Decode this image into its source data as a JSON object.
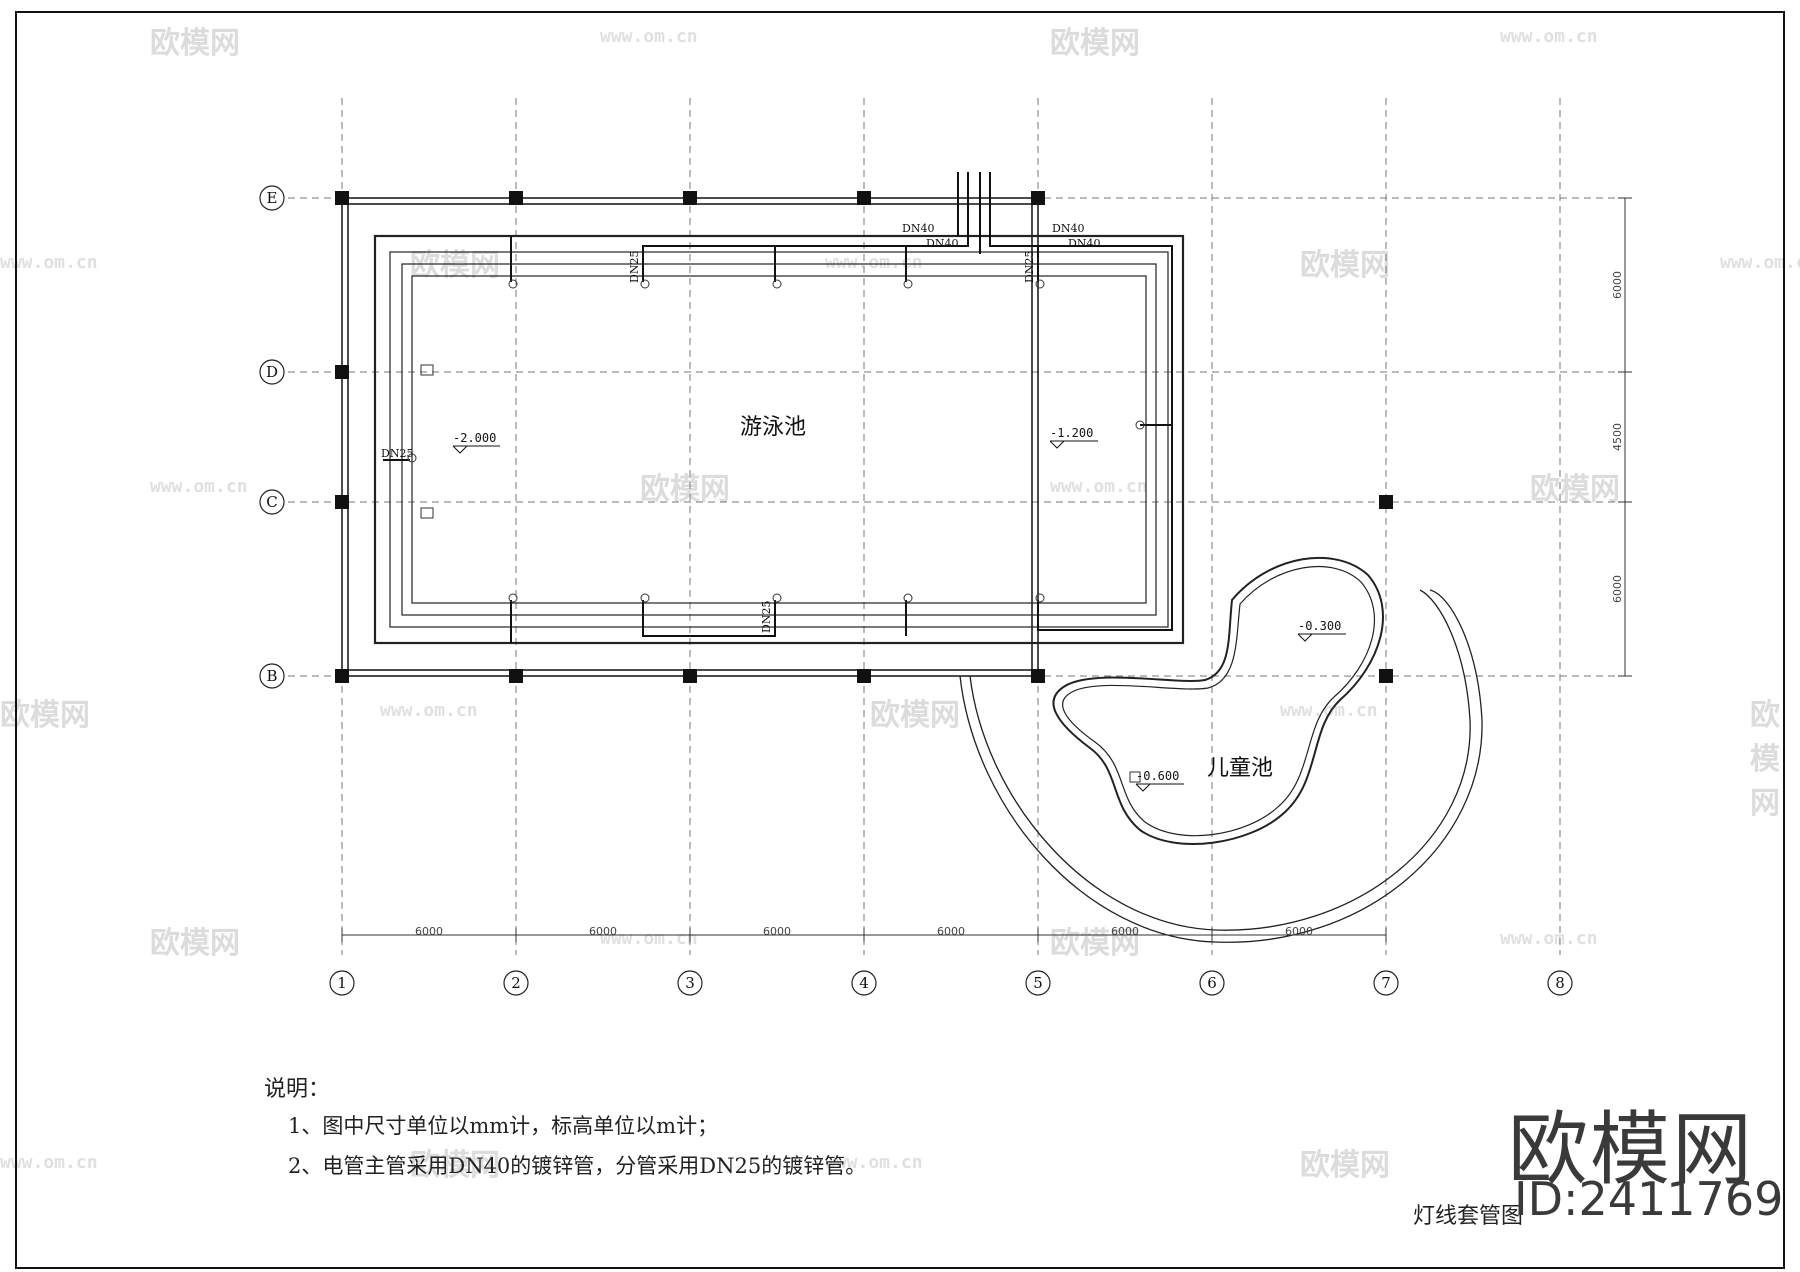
{
  "drawing": {
    "title": "灯线套管图",
    "pool_main_label": "游泳池",
    "pool_kids_label": "儿童池",
    "row_axes": [
      "E",
      "D",
      "C",
      "B"
    ],
    "col_axes": [
      "1",
      "2",
      "3",
      "4",
      "5",
      "6",
      "7",
      "8"
    ],
    "span_dims": [
      "6000",
      "6000",
      "6000",
      "6000",
      "6000",
      "6000"
    ],
    "right_dims": [
      "6000",
      "4500",
      "6000"
    ],
    "elevations": {
      "main_deep": "-2.000",
      "main_shallow": "-1.200",
      "kids_a": "-0.300",
      "kids_b": "-0.600"
    },
    "pipe_labels": {
      "dn40_a": "DN40",
      "dn40_b": "DN40",
      "dn40_c": "DN40",
      "dn40_d": "DN40",
      "dn25_left": "DN25",
      "dn25_top_a": "DN25",
      "dn25_top_b": "DN25",
      "dn25_bottom": "DN25"
    }
  },
  "notes": {
    "title": "说明：",
    "items": [
      "1、图中尺寸单位以mm计，标高单位以m计；",
      "2、电管主管采用DN40的镀锌管，分管采用DN25的镀锌管。"
    ]
  },
  "watermark": {
    "brand": "欧模网",
    "id": "ID:2411769",
    "site_text": "欧模网",
    "site_url": "www.om.cn"
  }
}
